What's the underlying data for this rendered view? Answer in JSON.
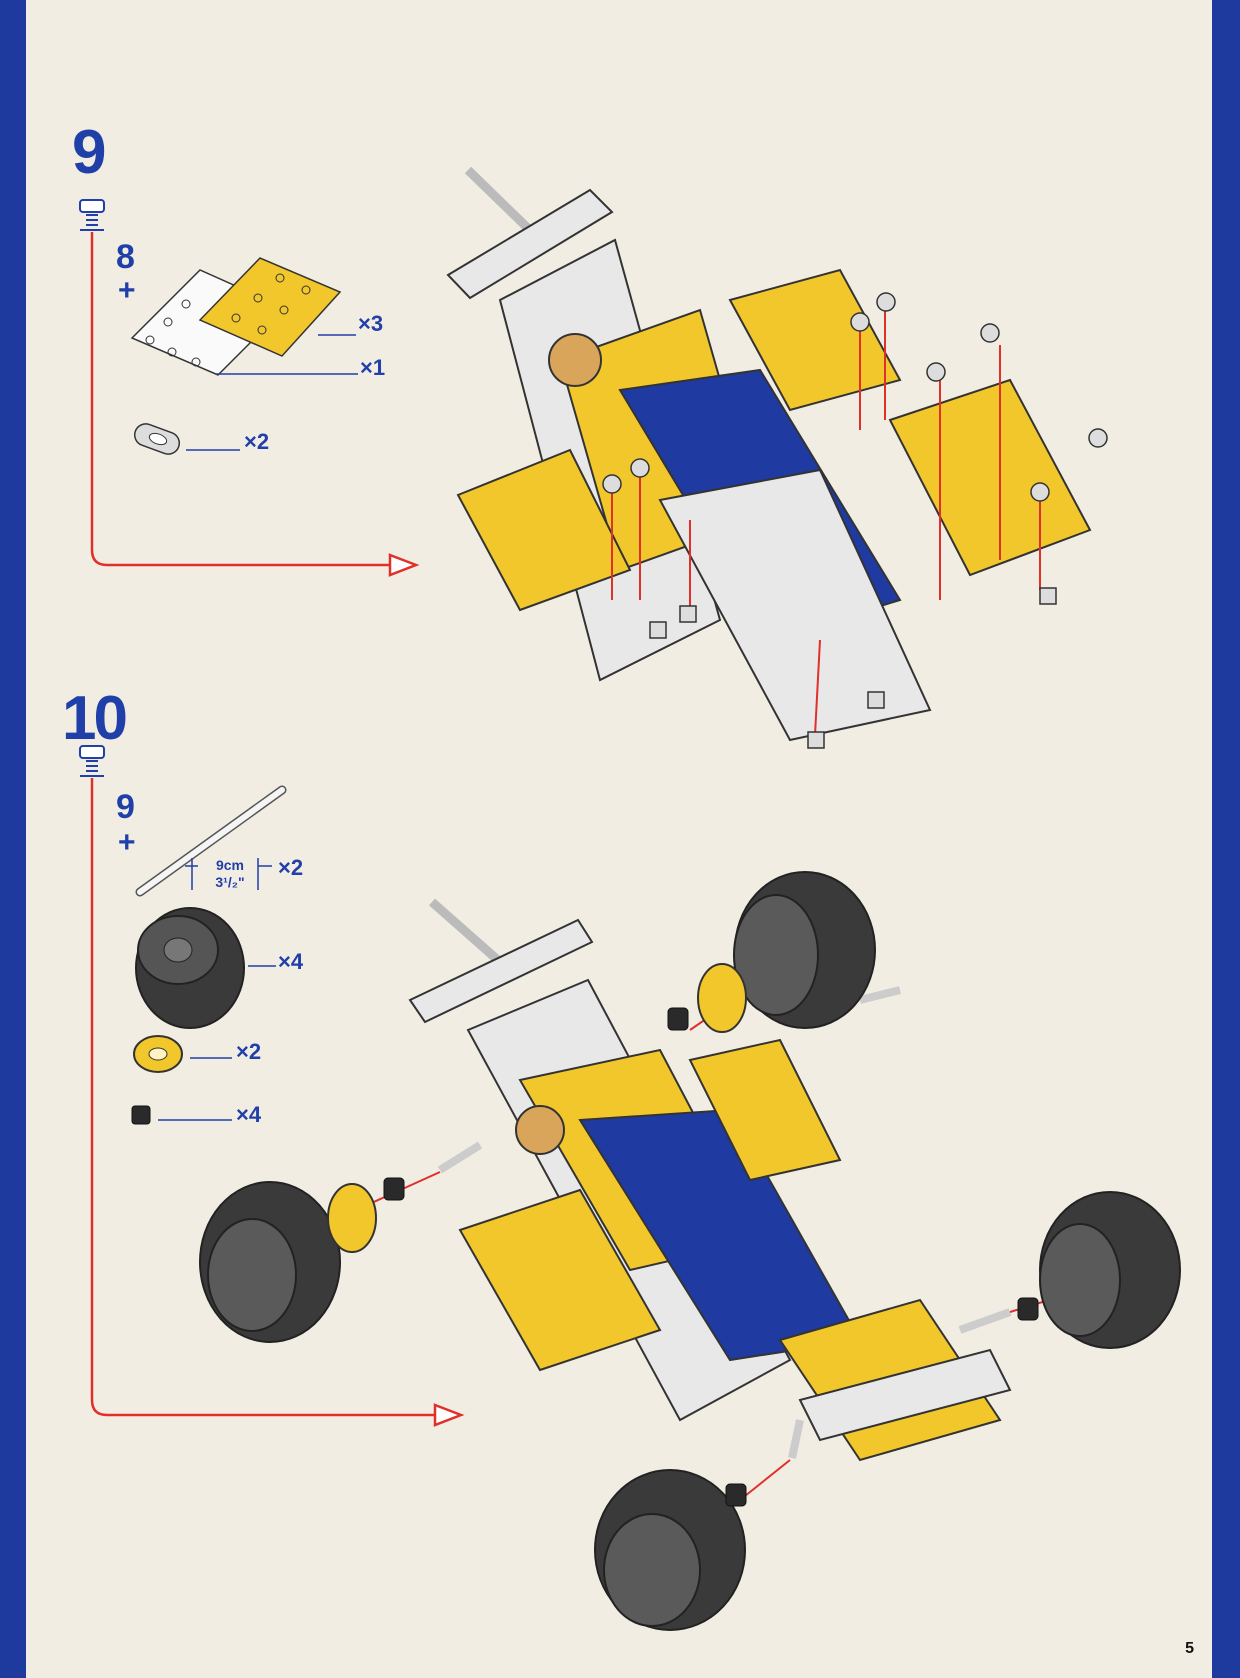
{
  "page": {
    "number": "5"
  },
  "steps": [
    {
      "number": "9",
      "bolt_count": "8",
      "plus": "+",
      "parts": [
        {
          "icon": "flat-plate-icon",
          "qty": "×3"
        },
        {
          "icon": "flexible-plate-icon",
          "qty": "×1"
        },
        {
          "icon": "double-bracket-icon",
          "qty": "×2"
        }
      ]
    },
    {
      "number": "10",
      "bolt_count": "9",
      "plus": "+",
      "parts": [
        {
          "icon": "axle-rod-icon",
          "qty": "×2",
          "length_metric": "9cm",
          "length_imperial": "3¹/₂\""
        },
        {
          "icon": "tyre-wheel-icon",
          "qty": "×4"
        },
        {
          "icon": "pulley-icon",
          "qty": "×2"
        },
        {
          "icon": "collar-icon",
          "qty": "×4"
        }
      ]
    }
  ],
  "colors": {
    "border": "#1f3a9e",
    "text": "#213fa8",
    "plate_yellow": "#f2c72c",
    "plate_blue": "#1f3aa0",
    "arrow_red": "#e0302a",
    "steel": "#e8e8e8",
    "tyre": "#3a3a3a"
  }
}
